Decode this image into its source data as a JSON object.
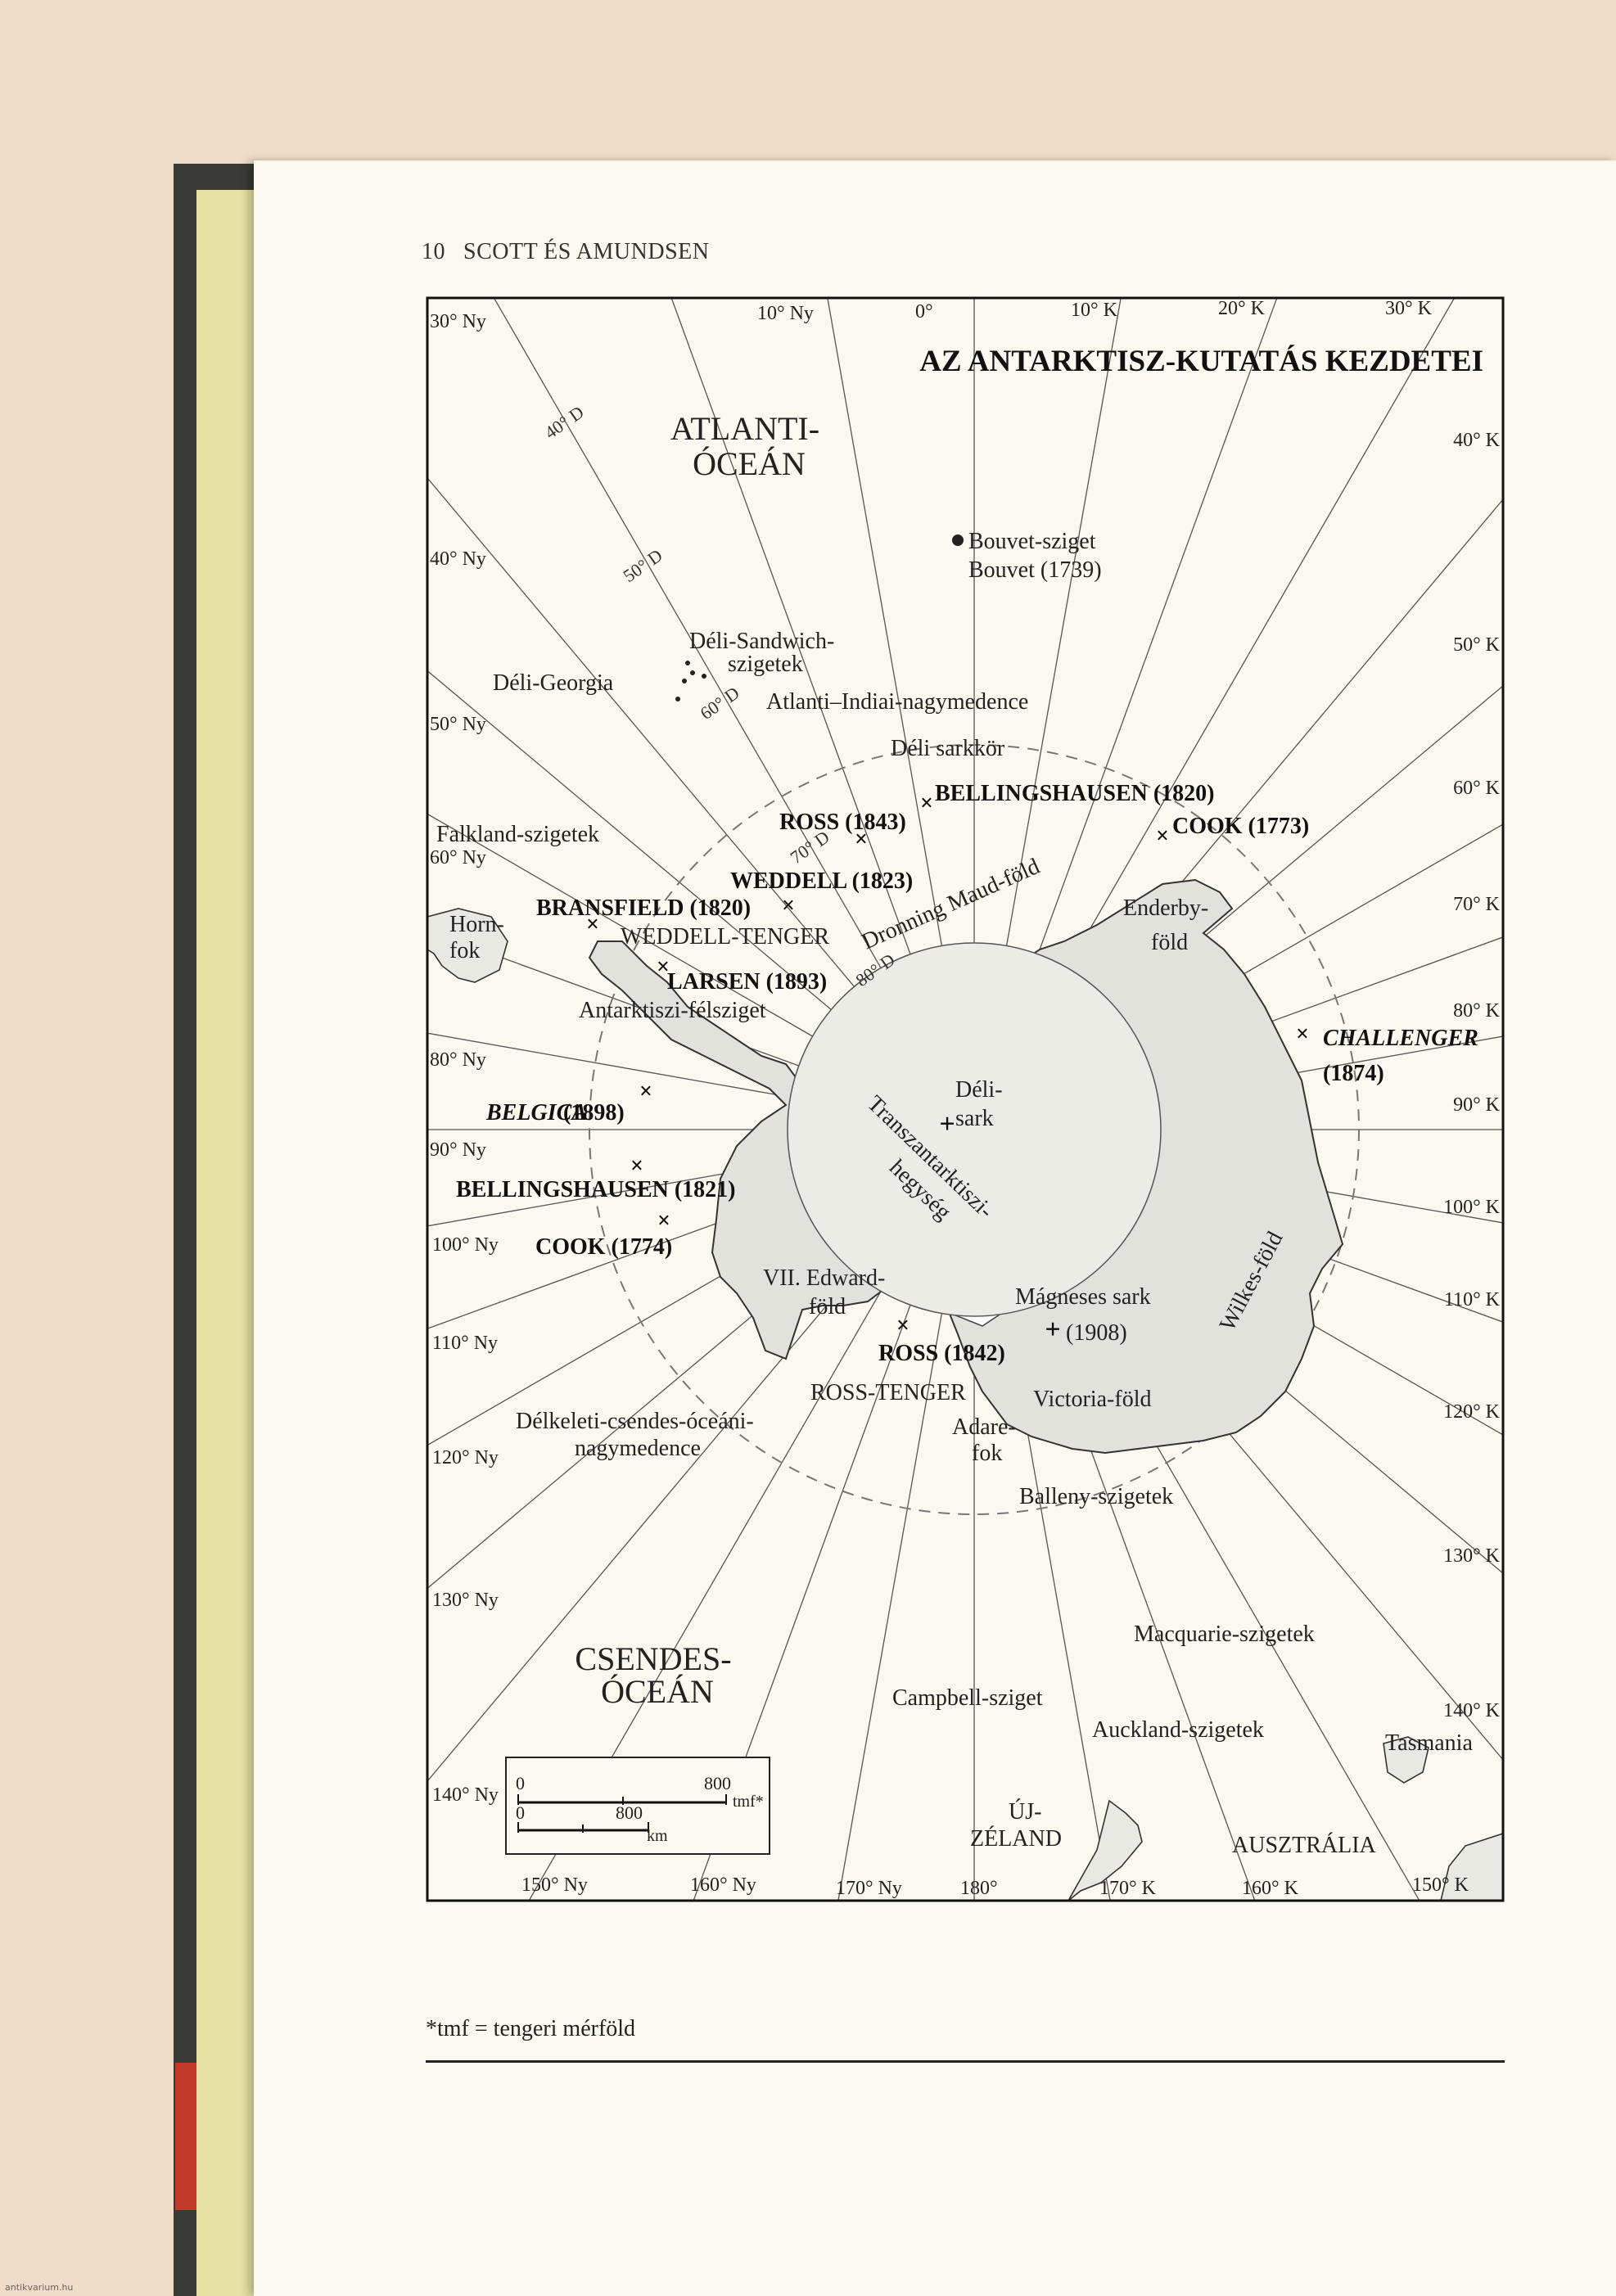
{
  "page": {
    "page_number": "10",
    "running_title": "SCOTT ÉS AMUNDSEN",
    "footnote": "*tmf = tengeri mérföld",
    "watermark": "antikvarium.hu"
  },
  "map": {
    "title": "AZ ANTARKTISZ-KUTATÁS KEZDETEI",
    "oceans": [
      {
        "id": "atlanti",
        "lines": [
          "ATLANTI-",
          "ÓCEÁN"
        ]
      },
      {
        "id": "csendes",
        "lines": [
          "CSENDES-",
          "ÓCEÁN"
        ]
      }
    ],
    "top_longitudes": [
      "30° Ny",
      "10° Ny",
      "0°",
      "10° K",
      "20° K",
      "30° K"
    ],
    "left_longitudes": [
      "40° Ny",
      "50° Ny",
      "60° Ny",
      "80° Ny",
      "90° Ny",
      "100° Ny",
      "110° Ny",
      "120° Ny",
      "130° Ny",
      "140° Ny"
    ],
    "right_longitudes": [
      "40° K",
      "50° K",
      "60° K",
      "70° K",
      "80° K",
      "90° K",
      "100° K",
      "110° K",
      "120° K",
      "130° K",
      "140° K"
    ],
    "bottom_longitudes": [
      "150° Ny",
      "160° Ny",
      "170° Ny",
      "180°",
      "170° K",
      "160° K",
      "150° K"
    ],
    "latitudes": [
      "40° D",
      "50° D",
      "60° D",
      "70° D",
      "80° D"
    ],
    "places": {
      "bouvet_sziget": "Bouvet-sziget",
      "bouvet_1739": "Bouvet (1739)",
      "deli_sandwich_1": "Déli-Sandwich-",
      "deli_sandwich_2": "szigetek",
      "deli_georgia": "Déli-Georgia",
      "atlanti_indiai": "Atlanti–Indiai-nagymedence",
      "deli_sarkkor": "Déli sarkkör",
      "falkland": "Falkland-szigetek",
      "horn_1": "Horn-",
      "horn_2": "fok",
      "weddell_tenger": "WEDDELL-TENGER",
      "dronning_maud": "Dronning Maud-föld",
      "enderby_1": "Enderby-",
      "enderby_2": "föld",
      "antarktiszi_felsziget": "Antarktiszi-félsziget",
      "deli_sark_1": "Déli-",
      "deli_sark_2": "sark",
      "transzantarktiszi_1": "Transzantarktiszi-",
      "transzantarktiszi_2": "hegység",
      "vii_edward_1": "VII. Edward-",
      "vii_edward_2": "föld",
      "magneses_sark": "Mágneses sark",
      "wilkes": "Wilkes-föld",
      "ross_tenger": "ROSS-TENGER",
      "victoria": "Victoria-föld",
      "adare_1": "Adare-",
      "adare_2": "fok",
      "delkeleti_1": "Délkeleti-csendes-óceáni-",
      "delkeleti_2": "nagymedence",
      "balleny": "Balleny-szigetek",
      "macquarie": "Macquarie-szigetek",
      "campbell": "Campbell-sziget",
      "auckland": "Auckland-szigetek",
      "tasmania": "Tasmania",
      "uj_zeland_1": "ÚJ-",
      "uj_zeland_2": "ZÉLAND",
      "ausztralia": "AUSZTRÁLIA"
    },
    "expeditions": {
      "bellingshausen_1820": "BELLINGSHAUSEN (1820)",
      "ross_1843": "ROSS (1843)",
      "cook_1773": "COOK (1773)",
      "weddell_1823": "WEDDELL (1823)",
      "bransfield_1820": "BRANSFIELD (1820)",
      "larsen_1893": "LARSEN (1893)",
      "challenger": "CHALLENGER",
      "challenger_year": "(1874)",
      "belgica": "BELGICA",
      "belgica_year": "(1898)",
      "bellingshausen_1821": "BELLINGSHAUSEN (1821)",
      "cook_1774": "COOK (1774)",
      "ross_1842": "ROSS (1842)",
      "magneses_sark_year": "(1908)"
    },
    "scale": {
      "nm_zero": "0",
      "nm_value": "800",
      "nm_unit": "tmf*",
      "km_zero": "0",
      "km_value": "800",
      "km_unit": "km"
    }
  }
}
